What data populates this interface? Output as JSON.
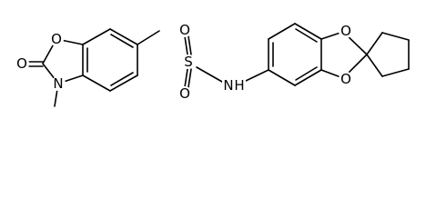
{
  "figure": {
    "kind": "chemical-structure",
    "colors": {
      "background": "#ffffff",
      "ink": "#000000"
    }
  },
  "atoms": {
    "o_ring": "O",
    "o_carbonyl": "O",
    "n_methyl": "N",
    "s_sulfonyl": "S",
    "o_sulfonyl_top": "O",
    "o_sulfonyl_bottom": "O",
    "nh": "N",
    "h_of_nh": "H",
    "o_dioxole_top": "O",
    "o_dioxole_bottom": "O"
  }
}
